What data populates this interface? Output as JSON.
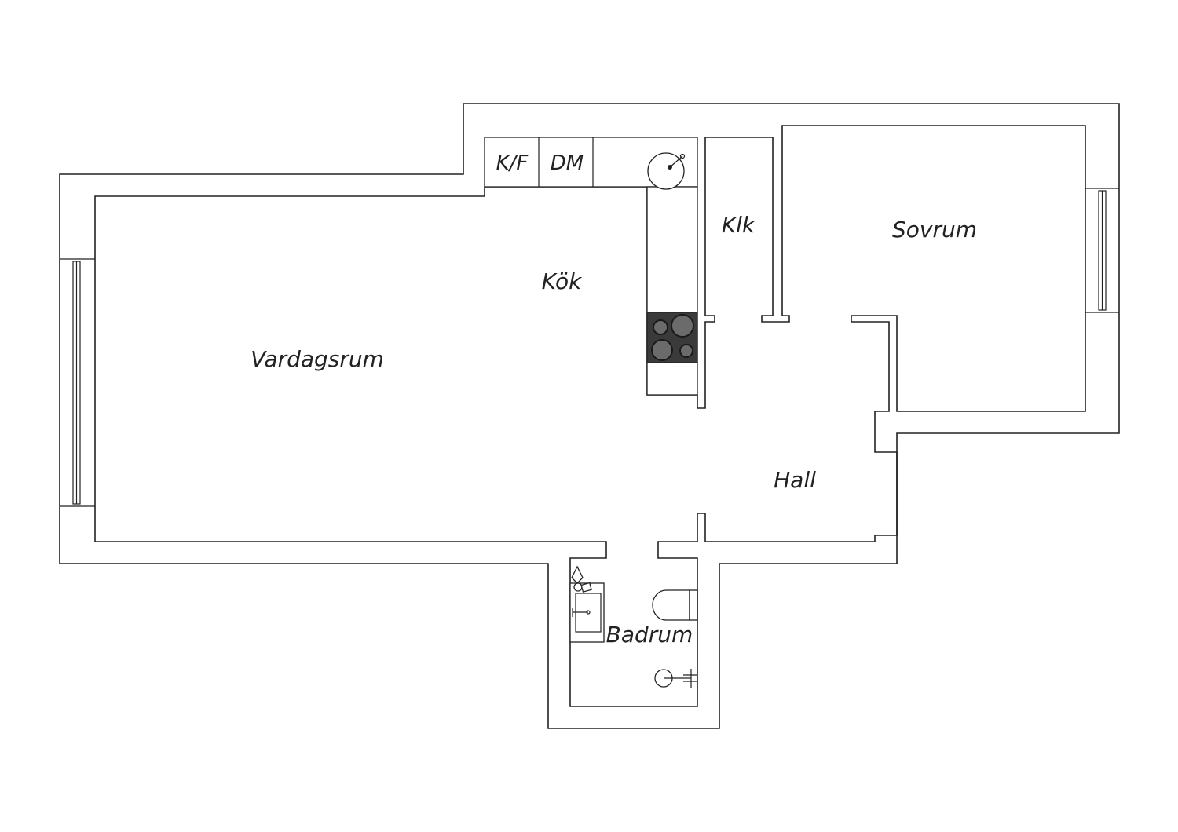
{
  "rooms": {
    "vardagsrum": "Vardagsrum",
    "kok": "Kök",
    "klk": "Klk",
    "sovrum": "Sovrum",
    "hall": "Hall",
    "badrum": "Badrum"
  },
  "appliances": {
    "kf": "K/F",
    "dm": "DM"
  },
  "colors": {
    "line": "#222222",
    "hob": "#3a3a3a",
    "background": "#ffffff"
  },
  "icons": [
    "sink-icon",
    "hob-icon",
    "washbasin-icon",
    "toilet-icon",
    "shower-icon",
    "window-icon"
  ]
}
